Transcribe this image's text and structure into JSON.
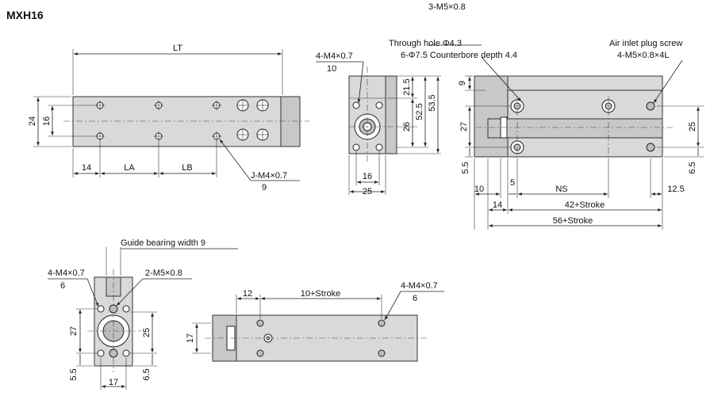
{
  "title": "MXH16",
  "top_view": {
    "lt": "LT",
    "dim_24": "24",
    "dim_16": "16",
    "dim_14": "14",
    "la": "LA",
    "lb": "LB",
    "j_thread": "J-M4×0.7",
    "j_depth": "9"
  },
  "end_view": {
    "thread": "4-M4×0.7",
    "depth": "10",
    "d21_5": "21.5",
    "d52_5": "52.5",
    "d53_5": "53.5",
    "d26": "26",
    "d16": "16",
    "d25": "25"
  },
  "side_view": {
    "callout1": "3-M5×0.8",
    "callout2": "Through hole Φ4.3",
    "callout3": "6-Φ7.5 Counterbore depth 4.4",
    "air1": "Air inlet plug screw",
    "air2": "4-M5×0.8×4L",
    "d9": "9",
    "d27": "27",
    "d25": "25",
    "d5_5": "5.5",
    "d6_5": "6.5",
    "d10": "10",
    "d5": "5",
    "ns": "NS",
    "d12_5": "12.5",
    "d14": "14",
    "s42": "42+Stroke",
    "s56": "56+Stroke"
  },
  "bottom_end_view": {
    "guide": "Guide bearing width 9",
    "thread": "4-M4×0.7",
    "depth": "6",
    "m5": "2-M5×0.8",
    "d27": "27",
    "d25": "25",
    "d5_5": "5.5",
    "d6_5": "6.5",
    "d17": "17"
  },
  "bottom_view": {
    "d12": "12",
    "stroke": "10+Stroke",
    "thread": "4-M4×0.7",
    "depth": "6",
    "d17": "17"
  }
}
